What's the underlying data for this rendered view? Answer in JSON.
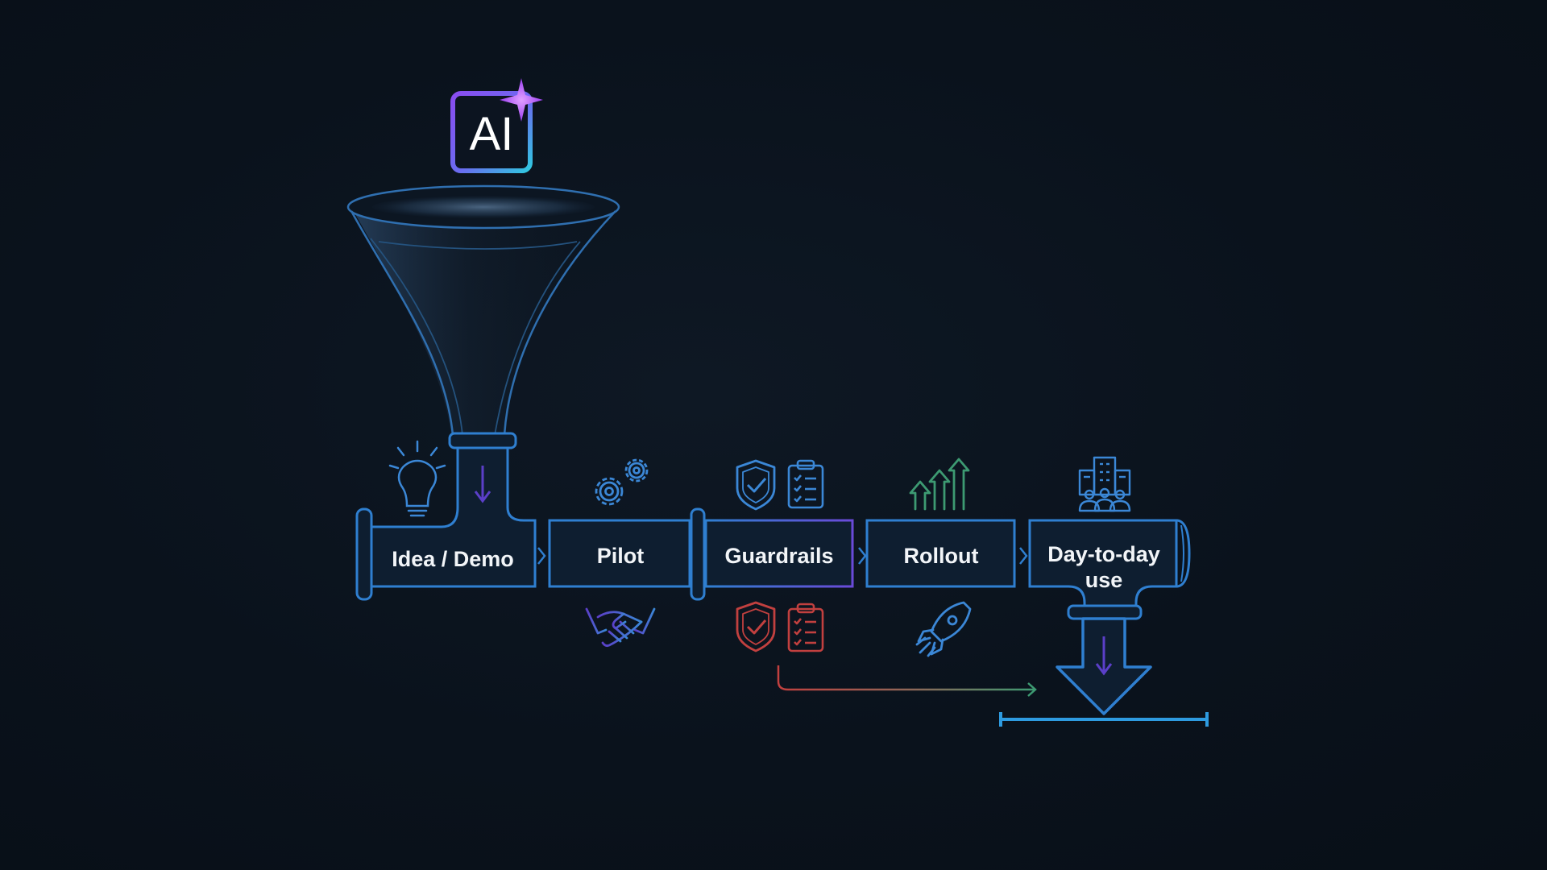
{
  "logo": {
    "text": "AI"
  },
  "stages": [
    {
      "id": "idea",
      "label": "Idea / Demo",
      "top_icon": "lightbulb-icon",
      "bottom_icon": ""
    },
    {
      "id": "pilot",
      "label": "Pilot",
      "top_icon": "gears-icon",
      "bottom_icon": "handshake-icon"
    },
    {
      "id": "guardrails",
      "label": "Guardrails",
      "top_icon": "shield-check-icon",
      "bottom_icon": "shield-check-icon"
    },
    {
      "id": "rollout",
      "label": "Rollout",
      "top_icon": "growth-arrows-icon",
      "bottom_icon": "rocket-icon"
    },
    {
      "id": "daily",
      "label_line1": "Day-to-day",
      "label_line2": "use",
      "top_icon": "office-building-icon",
      "bottom_icon": ""
    }
  ],
  "colors": {
    "background": "#0a121c",
    "pipe_stroke": "#2f7fd0",
    "pipe_stroke_light": "#4a9be8",
    "box_fill": "#0e1e30",
    "label_text": "#f2f5f8",
    "arrow_purple": "#5b3fc8",
    "icon_blue": "#3b87d6",
    "icon_red": "#c2403f",
    "icon_green": "#3d9a72",
    "logo_gradient_start": "#a04cf0",
    "logo_gradient_end": "#30c8e0",
    "base_line": "#2e9be0"
  }
}
